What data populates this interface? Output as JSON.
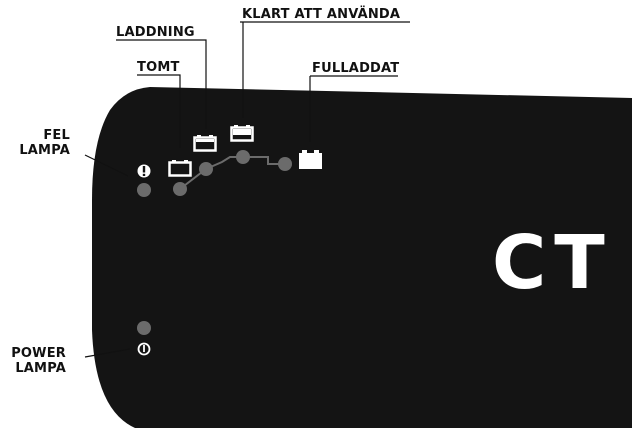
{
  "labels": {
    "fel_lampa_line1": "FEL",
    "fel_lampa_line2": "LAMPA",
    "power_lampa_line1": "POWER",
    "power_lampa_line2": "LAMPA",
    "tomt": "TOMT",
    "laddning": "LADDNING",
    "klart_att_anvanda": "KLART ATT ANVÄNDA",
    "fulladdat": "FULLADDAT"
  },
  "panel": {
    "logo_text": "CT",
    "colors": {
      "panel": "#141414",
      "indicator_off": "#6b6b6b",
      "icon": "#ffffff",
      "callout_line": "#111111"
    }
  },
  "indicators": [
    {
      "name": "fault-lamp",
      "icon": "exclamation-icon",
      "state": "off"
    },
    {
      "name": "empty-lamp",
      "icon": "battery-empty-icon",
      "state": "off"
    },
    {
      "name": "charging-lamp",
      "icon": "battery-charging-icon",
      "state": "off"
    },
    {
      "name": "ready-lamp",
      "icon": "battery-ready-icon",
      "state": "off"
    },
    {
      "name": "full-lamp",
      "icon": "battery-full-icon",
      "state": "off"
    },
    {
      "name": "power-lamp",
      "icon": "power-icon",
      "state": "off"
    }
  ]
}
